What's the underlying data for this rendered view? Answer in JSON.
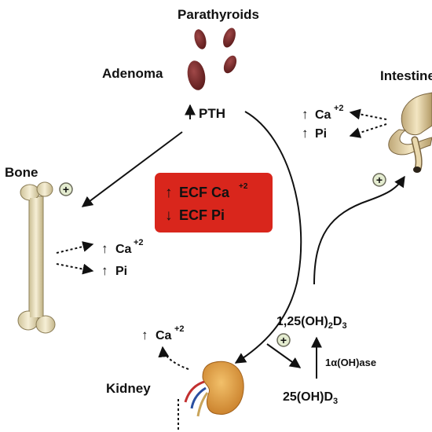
{
  "labels": {
    "parathyroids": "Parathyroids",
    "adenoma": "Adenoma",
    "pth": "PTH",
    "intestine": "Intestine",
    "bone": "Bone",
    "kidney": "Kidney",
    "plus": "+"
  },
  "center_box": {
    "line1_text": "ECF Ca",
    "line1_sup": "+2",
    "line1_arrow": "↑",
    "line2_text": "ECF Pi",
    "line2_arrow": "↓",
    "color": "#d9261c"
  },
  "bone_outputs": {
    "ca": "Ca",
    "ca_sup": "+2",
    "pi": "Pi",
    "arrow": "↑"
  },
  "intestine_outputs": {
    "ca": "Ca",
    "ca_sup": "+2",
    "pi": "Pi",
    "arrow": "↑"
  },
  "kidney_output": {
    "ca": "Ca",
    "ca_sup": "+2",
    "arrow": "↑"
  },
  "vitamin_d": {
    "active_pre": "1,25(OH)",
    "active_sub1": "2",
    "active_mid": "D",
    "active_sub2": "3",
    "enzyme_pre": "1",
    "enzyme_alpha": "α",
    "enzyme_post": "(OH)ase",
    "precursor_pre": "25(OH)",
    "precursor_mid": "D",
    "precursor_sub": "3"
  },
  "colors": {
    "gland": "#7a2a2a",
    "bone": "#efe6c8",
    "kidney": "#e3a24a",
    "intestine": "#ead9b0",
    "plus_fill": "#e4ecd0"
  }
}
